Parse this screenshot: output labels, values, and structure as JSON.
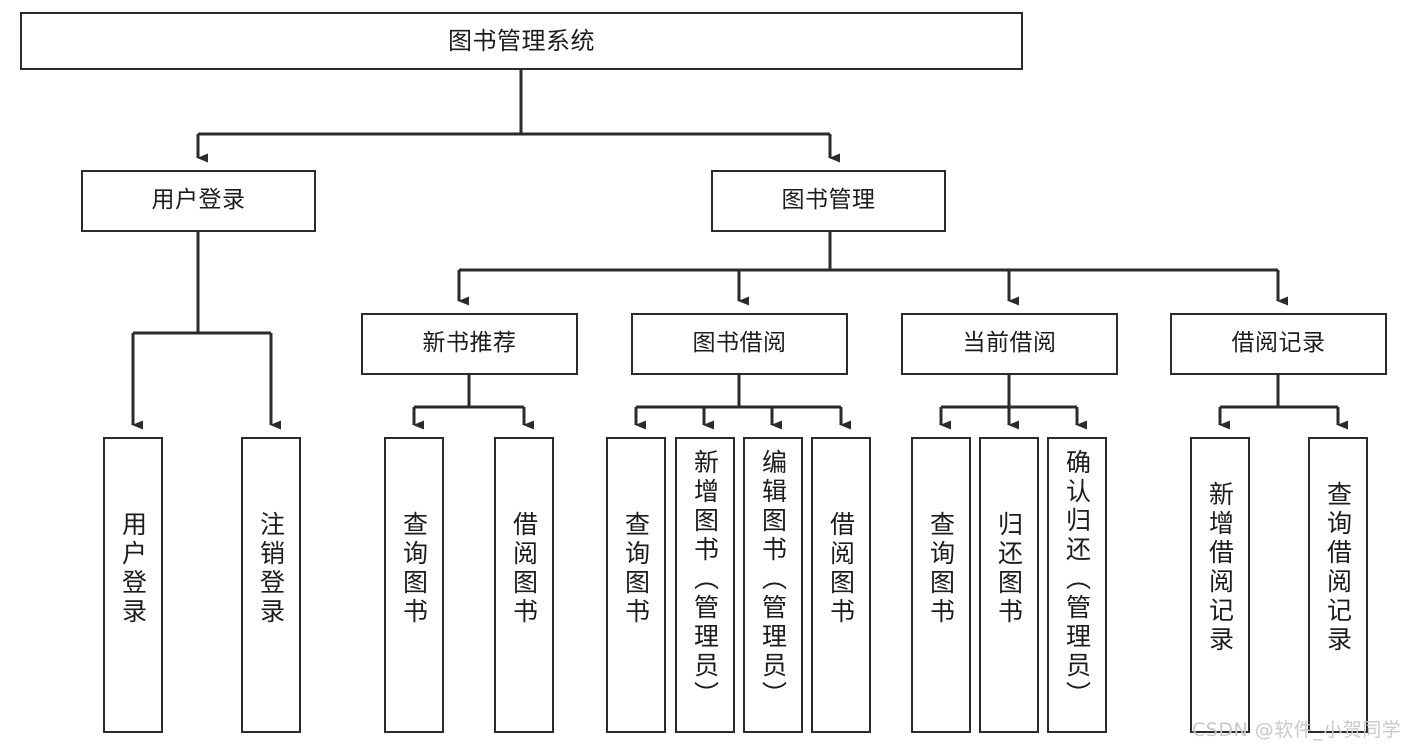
{
  "diagram": {
    "type": "tree-hierarchy",
    "title": "图书管理系统",
    "edge_color": "#2b2b2b",
    "box_border_color": "#2b2b2b",
    "box_fill_color": "#ffffff",
    "background_color": "#ffffff"
  },
  "nodes": {
    "root": {
      "label": "图书管理系统"
    },
    "level1": [
      {
        "label": "用户登录"
      },
      {
        "label": "图书管理"
      }
    ],
    "level2": [
      {
        "label": "新书推荐"
      },
      {
        "label": "图书借阅"
      },
      {
        "label": "当前借阅"
      },
      {
        "label": "借阅记录"
      }
    ],
    "leaves": {
      "user_login": [
        {
          "label": "用户登录"
        },
        {
          "label": "注销登录"
        }
      ],
      "new_book_recommend": [
        {
          "label": "查询图书"
        },
        {
          "label": "借阅图书"
        }
      ],
      "book_borrow": [
        {
          "label": "查询图书"
        },
        {
          "label": "新增图书（管理员）"
        },
        {
          "label": "编辑图书（管理员）"
        },
        {
          "label": "借阅图书"
        }
      ],
      "current_borrow": [
        {
          "label": "查询图书"
        },
        {
          "label": "归还图书"
        },
        {
          "label": "确认归还（管理员）"
        }
      ],
      "borrow_records": [
        {
          "label": "新增借阅记录"
        },
        {
          "label": "查询借阅记录"
        }
      ]
    }
  },
  "watermark": {
    "text": "CSDN @软件_小贺同学",
    "color": "#c9c9c9"
  }
}
